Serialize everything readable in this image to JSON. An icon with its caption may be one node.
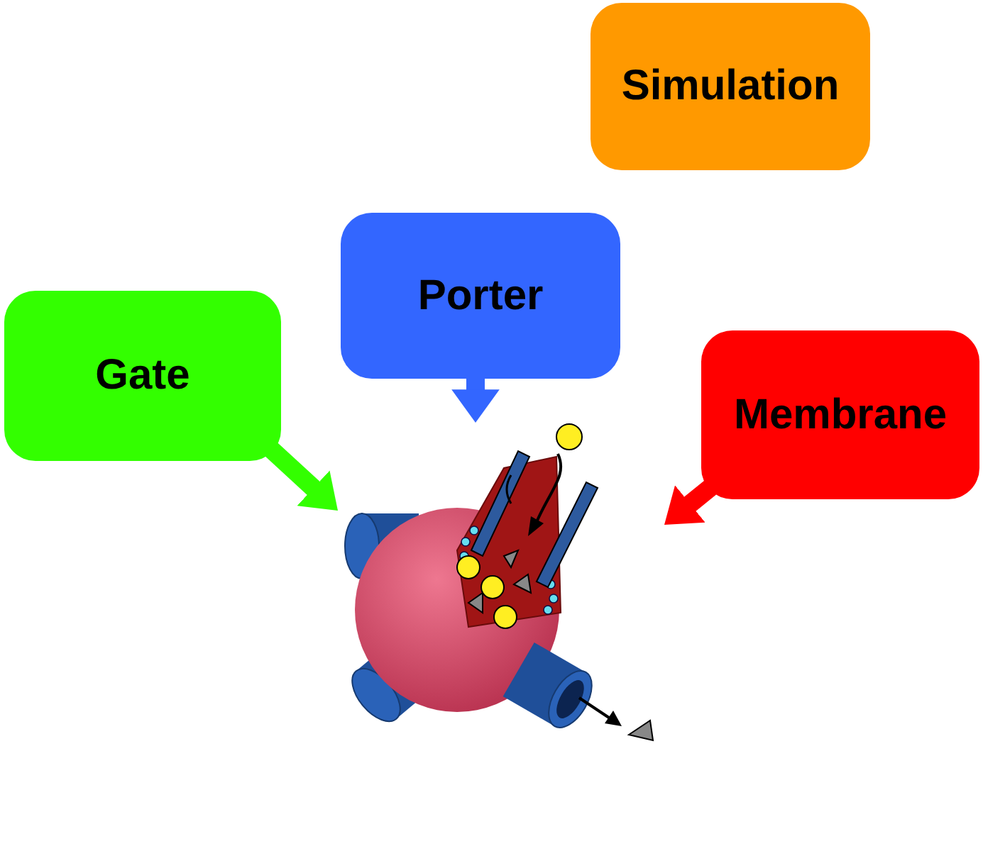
{
  "diagram": {
    "nodes": [
      {
        "text": [
          "Simulation"
        ]
      },
      {
        "text": [
          "Porter"
        ]
      },
      {
        "text": [
          "Gate"
        ]
      },
      {
        "text": [
          "Membrane"
        ]
      },
      {
        "text": [],
        "shape": "picture"
      }
    ],
    "edges": [
      {
        "from": 2,
        "to": 4,
        "arrow": "to",
        "color": "#33ff00"
      },
      {
        "from": 1,
        "to": 4,
        "arrow": "to",
        "color": "#3366ff"
      },
      {
        "from": 3,
        "to": 4,
        "arrow": "to",
        "color": "#ff0000"
      }
    ]
  }
}
